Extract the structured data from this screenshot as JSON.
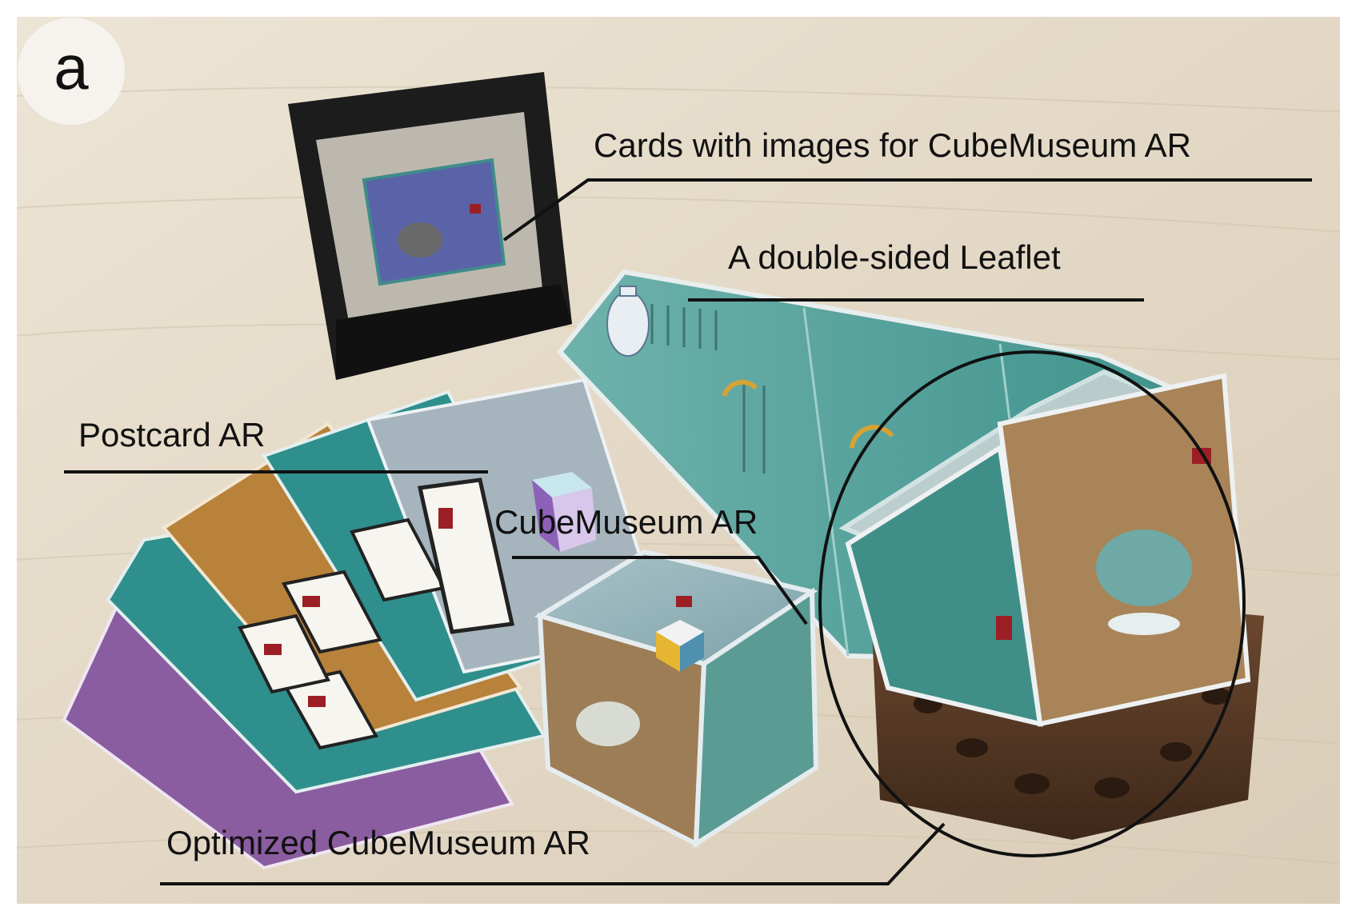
{
  "panel_letter": "a",
  "labels": {
    "cards": "Cards with images for CubeMuseum AR",
    "leaflet": "A double-sided Leaflet",
    "postcard": "Postcard AR",
    "cube": "CubeMuseum AR",
    "optimized": "Optimized CubeMuseum AR"
  },
  "colors": {
    "table": "#e6dccb",
    "frame": "#1c1c1c",
    "teal_card": "#2f8f8c",
    "orange_card": "#b8823a",
    "purple_card": "#8a5ca0",
    "grey_card": "#a6b4bd",
    "wood_stand": "#5a3a26"
  }
}
